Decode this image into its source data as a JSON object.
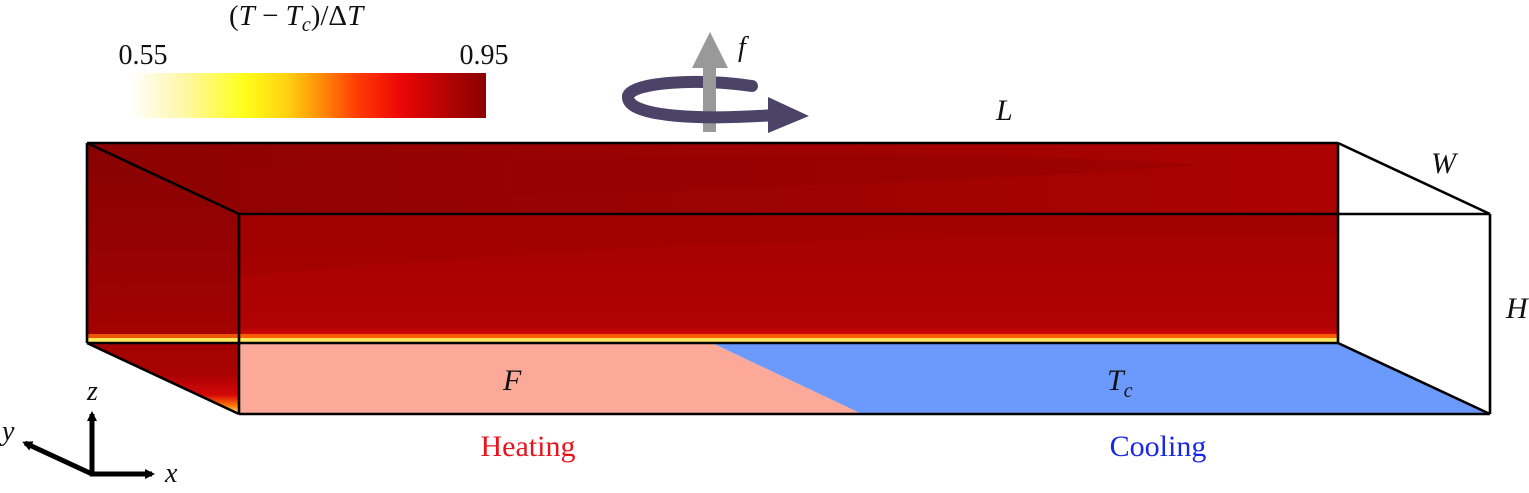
{
  "colorbar": {
    "title_paren_open": "(",
    "title_T": "T",
    "title_minus": " − ",
    "title_Tc_base": "T",
    "title_Tc_sub": "c",
    "title_close_div": ")/Δ",
    "title_T2": "T",
    "min_label": "0.55",
    "max_label": "0.95",
    "range": [
      0.55,
      0.95
    ]
  },
  "labels": {
    "length": "L",
    "width": "W",
    "height": "H",
    "forcing": "F",
    "cold_temp_base": "T",
    "cold_temp_sub": "c",
    "rotation": "f",
    "heating": "Heating",
    "cooling": "Cooling"
  },
  "axes": {
    "x": "x",
    "y": "y",
    "z": "z"
  },
  "colors": {
    "heating_text": "#e8141c",
    "cooling_text": "#1a28e6",
    "heating_floor": "#fda99a",
    "cooling_floor": "#6b9afc",
    "rotation_arrow": "#4d4268",
    "rotation_axis_arrow": "#999999",
    "domain_dark": "#8a0202",
    "domain_mid": "#ac0202",
    "domain_bright": "#b20202"
  },
  "icons": {
    "rotation": "rotation-arrow-icon",
    "axis_arrow": "arrow-up-icon"
  }
}
